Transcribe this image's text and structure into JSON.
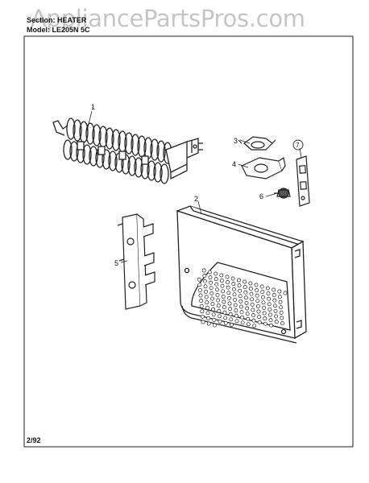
{
  "watermark": "AppliancePartsPros.com",
  "header": {
    "section_line": "Section: HEATER",
    "model_line": "Model: LE205N 5C"
  },
  "footer": {
    "date_code": "2/92"
  },
  "callouts": [
    "1",
    "2",
    "3",
    "4",
    "5",
    "6",
    "7"
  ],
  "colors": {
    "ink": "#222222",
    "watermark": "#969696"
  }
}
